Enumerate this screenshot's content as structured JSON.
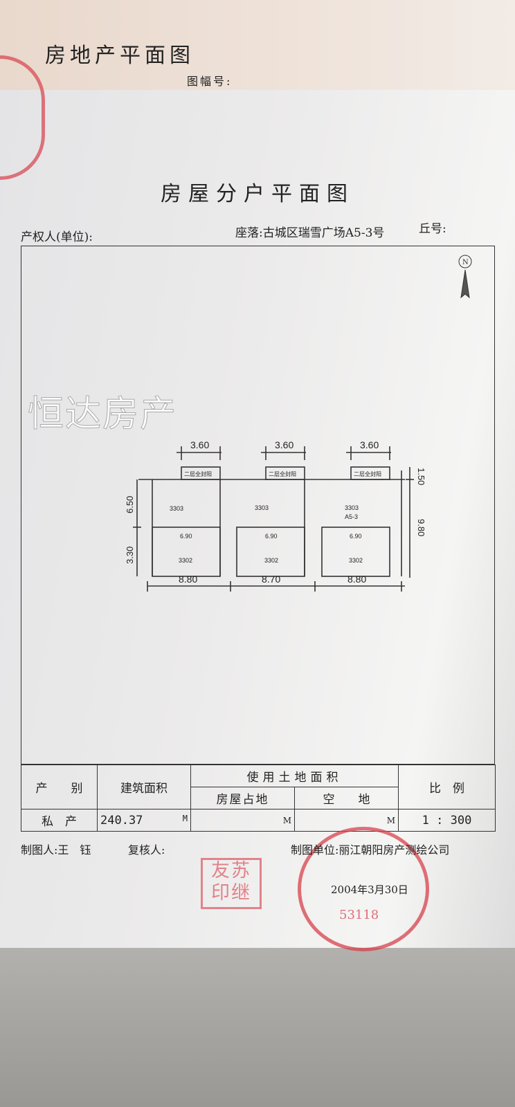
{
  "header": {
    "doc_title": "房地产平面图",
    "sheet_no_label": "图幅号:"
  },
  "form": {
    "title": "房屋分户平面图",
    "owner_label": "产权人(单位):",
    "location": "座落:古城区瑞雪广场A5-3号",
    "parcel_label": "丘号:"
  },
  "compass": {
    "label": "N"
  },
  "plan": {
    "top_dims": [
      "3.60",
      "3.60",
      "3.60"
    ],
    "balconies": [
      "二层全封阳",
      "二层全封阳",
      "二层全封阳"
    ],
    "upper_rooms": [
      "3303",
      "3303",
      "3303"
    ],
    "unit_tag": "A5-3",
    "inner_dims": [
      "6.90",
      "6.90",
      "6.90"
    ],
    "lower_rooms": [
      "3302",
      "3302",
      "3302"
    ],
    "bottom_dims": [
      "8.80",
      "8.70",
      "8.80"
    ],
    "left_dims": [
      "6.50",
      "3.30"
    ],
    "right_dims": [
      "1.50",
      "9.80"
    ]
  },
  "watermark": "恒达房产",
  "table": {
    "h_type": "产　　别",
    "h_area": "建筑面积",
    "h_land": "使用土地面积",
    "h_ratio": "比　例",
    "h_occupied": "房屋占地",
    "h_open": "空　　地",
    "type": "私　产",
    "area": "240.37",
    "unit": "M",
    "occupied_unit": "M",
    "open_unit": "M",
    "ratio": "1 : 300"
  },
  "footer": {
    "drawer": "制图人:王　钰",
    "reviewer": "复核人:",
    "company": "制图单位:丽江朝阳房产测绘公司",
    "date": "2004年3月30日"
  },
  "stamps": {
    "square": "友苏印继",
    "circle_code": "53118"
  }
}
